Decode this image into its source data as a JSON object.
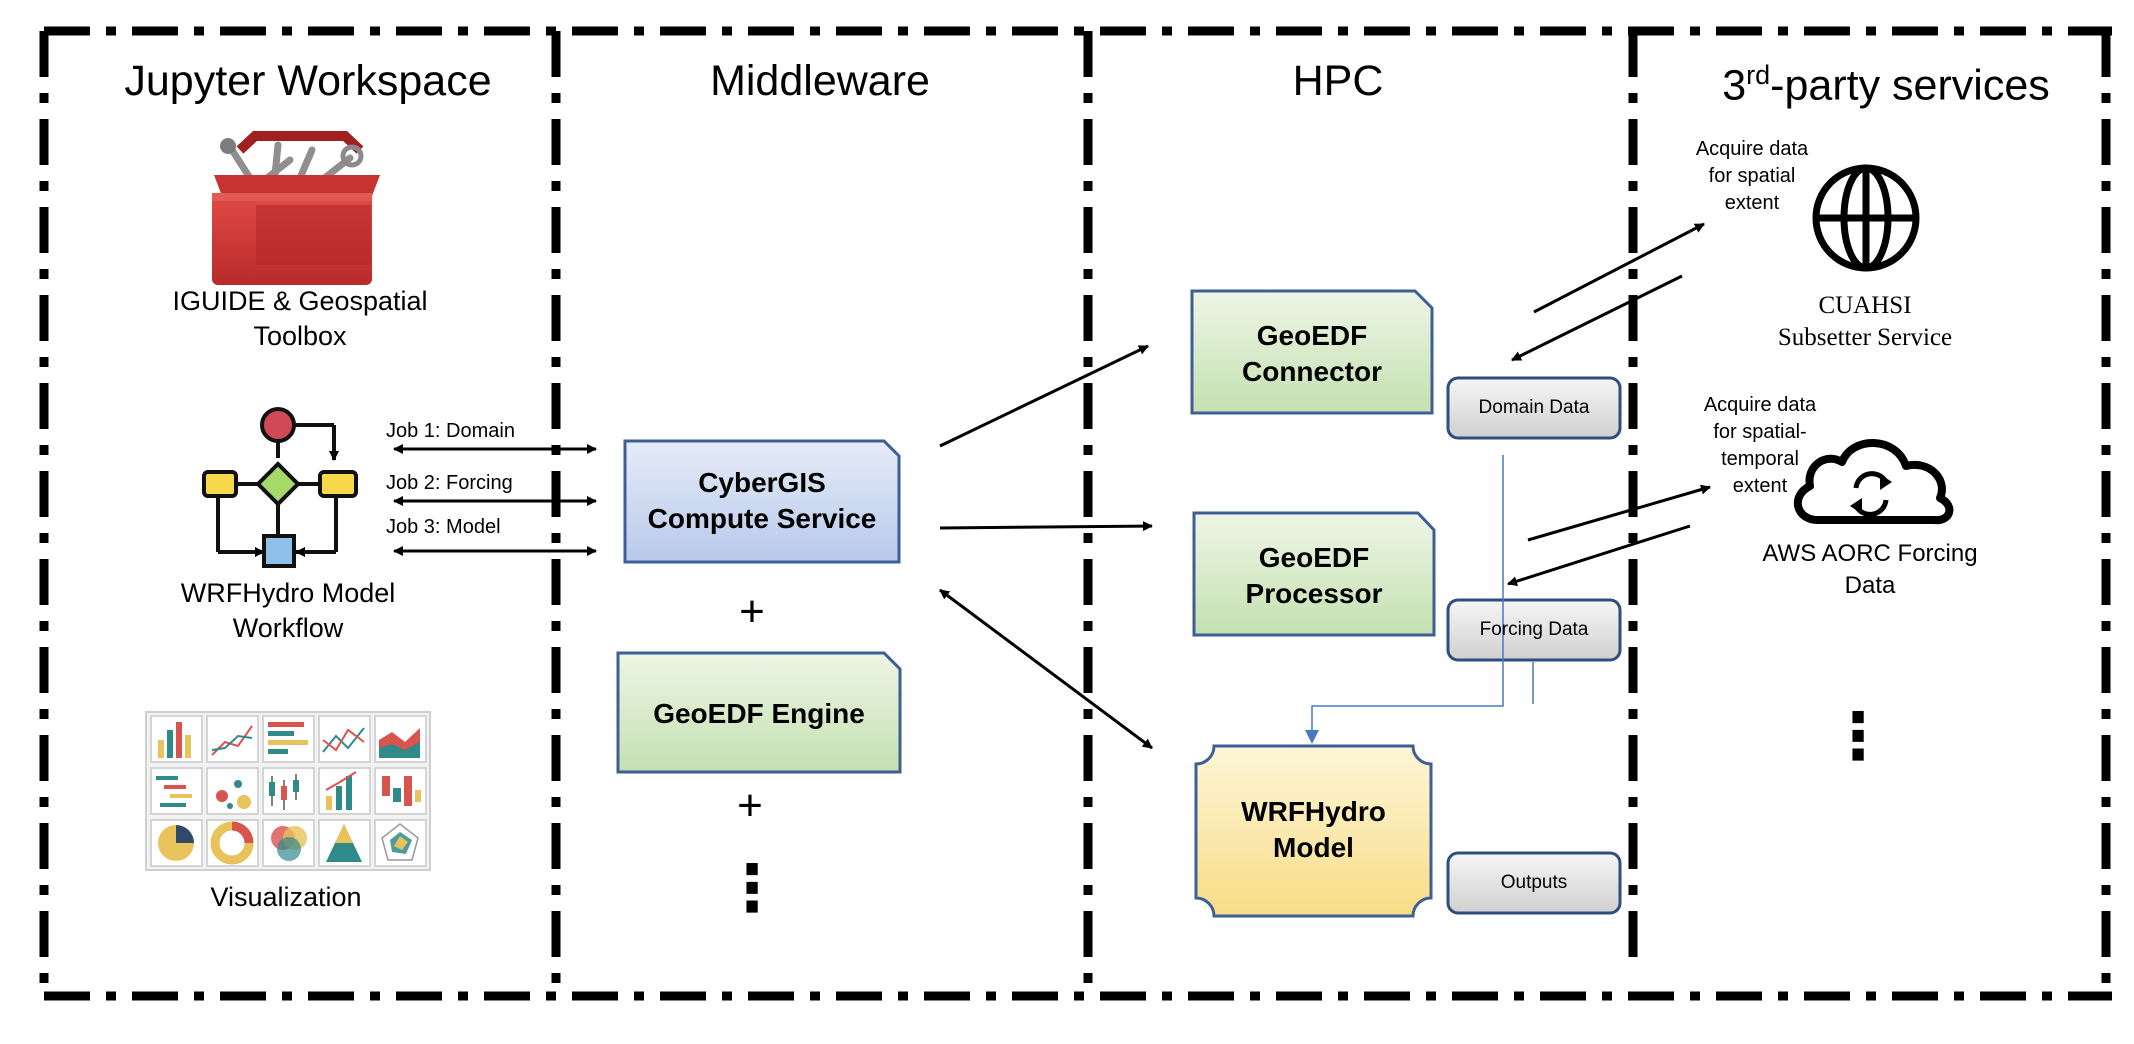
{
  "sections": {
    "jupyter": "Jupyter Workspace",
    "middleware": "Middleware",
    "hpc": "HPC",
    "third_party_base": "3",
    "third_party_sup": "rd",
    "third_party_rest": "-party services"
  },
  "jupyter": {
    "toolbox_line1": "IGUIDE & Geospatial",
    "toolbox_line2": "Toolbox",
    "workflow_line1": "WRFHydro Model",
    "workflow_line2": "Workflow",
    "visualization": "Visualization",
    "jobs": [
      "Job 1: Domain",
      "Job 2: Forcing",
      "Job 3: Model"
    ]
  },
  "middleware": {
    "compute_line1": "CyberGIS",
    "compute_line2": "Compute Service",
    "plus": "+",
    "engine": "GeoEDF Engine",
    "ellipsis": "⋮"
  },
  "hpc": {
    "connector_line1": "GeoEDF",
    "connector_line2": "Connector",
    "processor_line1": "GeoEDF",
    "processor_line2": "Processor",
    "model_line1": "WRFHydro",
    "model_line2": "Model",
    "domain_data": "Domain Data",
    "forcing_data": "Forcing Data",
    "outputs": "Outputs"
  },
  "third_party": {
    "acquire1_line1": "Acquire data",
    "acquire1_line2": "for spatial",
    "acquire1_line3": "extent",
    "cuahsi_line1": "CUAHSI",
    "cuahsi_line2": "Subsetter Service",
    "acquire2_line1": "Acquire data",
    "acquire2_line2": "for spatial-",
    "acquire2_line3": "temporal",
    "acquire2_line4": "extent",
    "aws_line1": "AWS AORC Forcing",
    "aws_line2": "Data",
    "ellipsis": "⋮"
  },
  "icons": [
    "toolbox-icon",
    "workflow-icon",
    "chart-grid-icon",
    "globe-icon",
    "cloud-sync-icon"
  ],
  "colors": {
    "blue_box_top": "#e6ecf8",
    "blue_box_bottom": "#b8c9ea",
    "blue_border": "#3e5f95",
    "green_box_top": "#eef6e6",
    "green_box_bottom": "#c4e0b0",
    "green_border": "#4d7a3c",
    "yellow_box_top": "#fdf6d8",
    "yellow_box_bottom": "#f8dc86",
    "yellow_border": "#3e5f95",
    "gray_box_top": "#f6f6f6",
    "gray_box_bottom": "#d0d0d0",
    "gray_border": "#2f4e80",
    "toolbox_red": "#d63a37",
    "flow_blue": "#4a78c4"
  }
}
